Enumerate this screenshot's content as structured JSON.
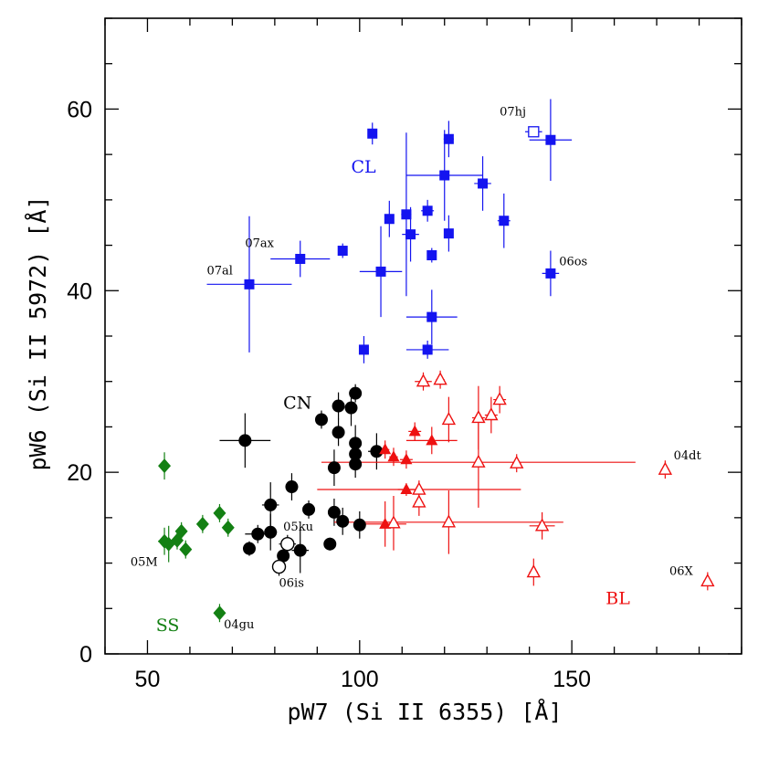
{
  "chart_data": {
    "type": "scatter",
    "title": "",
    "xlabel": "pW7 (Si II 6355) [Å]",
    "ylabel": "pW6 (Si II 5972) [Å]",
    "xlim": [
      40,
      190
    ],
    "ylim": [
      0,
      70
    ],
    "xticks": [
      50,
      100,
      150
    ],
    "yticks": [
      0,
      20,
      40,
      60
    ],
    "grid": false,
    "legend": "none",
    "colors": {
      "CL": "#1414f0",
      "BL": "#ee1111",
      "CN": "#000000",
      "SS": "#138013"
    },
    "group_labels": [
      {
        "text": "CL",
        "x": 98,
        "y": 53,
        "color": "#1414f0"
      },
      {
        "text": "CN",
        "x": 82,
        "y": 27,
        "color": "#000000"
      },
      {
        "text": "SS",
        "x": 52,
        "y": 2.5,
        "color": "#138013"
      },
      {
        "text": "BL",
        "x": 158,
        "y": 5.5,
        "color": "#ee1111"
      }
    ],
    "point_labels": [
      {
        "text": "07hj",
        "x": 133,
        "y": 59.3
      },
      {
        "text": "07ax",
        "x": 73,
        "y": 44.8
      },
      {
        "text": "07al",
        "x": 64,
        "y": 41.8
      },
      {
        "text": "06os",
        "x": 147,
        "y": 42.8
      },
      {
        "text": "04dt",
        "x": 174,
        "y": 21.4
      },
      {
        "text": "06X",
        "x": 173,
        "y": 8.7
      },
      {
        "text": "05ku",
        "x": 82,
        "y": 13.6
      },
      {
        "text": "06is",
        "x": 81,
        "y": 7.4
      },
      {
        "text": "05M",
        "x": 46,
        "y": 9.7
      },
      {
        "text": "04gu",
        "x": 68,
        "y": 2.8
      }
    ],
    "series": [
      {
        "name": "CL",
        "marker": "square",
        "color": "#1414f0",
        "points": [
          {
            "x": 103,
            "y": 57.3,
            "xerr": 1,
            "yerr": 1.2
          },
          {
            "x": 121,
            "y": 56.7,
            "xerr": 1.2,
            "yerr": 2
          },
          {
            "x": 145,
            "y": 56.6,
            "xerr": 5,
            "yerr": 4.5
          },
          {
            "x": 120,
            "y": 52.7,
            "xerr": 9,
            "yerr": 5
          },
          {
            "x": 129,
            "y": 51.8,
            "xerr": 2,
            "yerr": 3
          },
          {
            "x": 116,
            "y": 48.8,
            "xerr": 1.5,
            "yerr": 1.2
          },
          {
            "x": 111,
            "y": 48.4,
            "xerr": 1.2,
            "yerr": 9
          },
          {
            "x": 107,
            "y": 47.9,
            "xerr": 1,
            "yerr": 2
          },
          {
            "x": 134,
            "y": 47.7,
            "xerr": 1.5,
            "yerr": 3
          },
          {
            "x": 112,
            "y": 46.2,
            "xerr": 2,
            "yerr": 3
          },
          {
            "x": 121,
            "y": 46.3,
            "xerr": 1,
            "yerr": 2
          },
          {
            "x": 96,
            "y": 44.4,
            "xerr": 1,
            "yerr": 0.8
          },
          {
            "x": 117,
            "y": 43.9,
            "xerr": 1,
            "yerr": 0.8
          },
          {
            "x": 86,
            "y": 43.5,
            "xerr": 7,
            "yerr": 2
          },
          {
            "x": 105,
            "y": 42.1,
            "xerr": 5,
            "yerr": 5
          },
          {
            "x": 145,
            "y": 41.9,
            "xerr": 2,
            "yerr": 2.5
          },
          {
            "x": 74,
            "y": 40.7,
            "xerr": 10,
            "yerr": 7.5
          },
          {
            "x": 117,
            "y": 37.1,
            "xerr": 6,
            "yerr": 3
          },
          {
            "x": 101,
            "y": 33.5,
            "xerr": 1,
            "yerr": 1.5
          },
          {
            "x": 116,
            "y": 33.5,
            "xerr": 5,
            "yerr": 1
          }
        ]
      },
      {
        "name": "07hj",
        "marker": "square-open",
        "color": "#1414f0",
        "points": [
          {
            "x": 141,
            "y": 57.5,
            "xerr": 2,
            "yerr": 0
          }
        ]
      },
      {
        "name": "CN",
        "marker": "circle",
        "color": "#000000",
        "points": [
          {
            "x": 99,
            "y": 28.7,
            "xerr": 0.8,
            "yerr": 1
          },
          {
            "x": 95,
            "y": 27.3,
            "xerr": 1,
            "yerr": 1.5
          },
          {
            "x": 98,
            "y": 27.1,
            "xerr": 1,
            "yerr": 2
          },
          {
            "x": 91,
            "y": 25.8,
            "xerr": 1,
            "yerr": 1
          },
          {
            "x": 95,
            "y": 24.4,
            "xerr": 1,
            "yerr": 1.5
          },
          {
            "x": 73,
            "y": 23.5,
            "xerr": 6,
            "yerr": 3
          },
          {
            "x": 99,
            "y": 23.2,
            "xerr": 1,
            "yerr": 2
          },
          {
            "x": 104,
            "y": 22.3,
            "xerr": 2,
            "yerr": 2
          },
          {
            "x": 99,
            "y": 22.0,
            "xerr": 1,
            "yerr": 1.5
          },
          {
            "x": 99,
            "y": 20.9,
            "xerr": 1,
            "yerr": 1.5
          },
          {
            "x": 94,
            "y": 20.5,
            "xerr": 1,
            "yerr": 2
          },
          {
            "x": 84,
            "y": 18.4,
            "xerr": 1.5,
            "yerr": 1.5
          },
          {
            "x": 79,
            "y": 16.4,
            "xerr": 2,
            "yerr": 2.5
          },
          {
            "x": 88,
            "y": 15.9,
            "xerr": 1,
            "yerr": 1
          },
          {
            "x": 94,
            "y": 15.6,
            "xerr": 1,
            "yerr": 1.5
          },
          {
            "x": 96,
            "y": 14.6,
            "xerr": 1,
            "yerr": 1.5
          },
          {
            "x": 100,
            "y": 14.2,
            "xerr": 1,
            "yerr": 1.5
          },
          {
            "x": 79,
            "y": 13.4,
            "xerr": 1.5,
            "yerr": 2
          },
          {
            "x": 76,
            "y": 13.2,
            "xerr": 3,
            "yerr": 1
          },
          {
            "x": 93,
            "y": 12.1,
            "xerr": 1,
            "yerr": 0.7
          },
          {
            "x": 74,
            "y": 11.6,
            "xerr": 1,
            "yerr": 0.8
          },
          {
            "x": 86,
            "y": 11.4,
            "xerr": 2,
            "yerr": 2.5
          },
          {
            "x": 82,
            "y": 10.8,
            "xerr": 1,
            "yerr": 1
          }
        ]
      },
      {
        "name": "05ku / 06is",
        "marker": "circle-open",
        "color": "#000000",
        "points": [
          {
            "x": 83,
            "y": 12.1,
            "xerr": 2,
            "yerr": 1
          },
          {
            "x": 81,
            "y": 9.6,
            "xerr": 1,
            "yerr": 1
          }
        ]
      },
      {
        "name": "BL",
        "marker": "triangle",
        "color": "#ee1111",
        "points": [
          {
            "x": 113,
            "y": 24.5,
            "xerr": 1.5,
            "yerr": 1
          },
          {
            "x": 117,
            "y": 23.5,
            "xerr": 6,
            "yerr": 1.5
          },
          {
            "x": 106,
            "y": 22.5,
            "xerr": 1,
            "yerr": 1
          },
          {
            "x": 108,
            "y": 21.7,
            "xerr": 1,
            "yerr": 1
          },
          {
            "x": 111,
            "y": 21.4,
            "xerr": 1.5,
            "yerr": 1
          },
          {
            "x": 111,
            "y": 18.1,
            "xerr": 2,
            "yerr": 0.7
          },
          {
            "x": 106,
            "y": 14.3,
            "xerr": 5,
            "yerr": 2.5
          }
        ]
      },
      {
        "name": "BL (open)",
        "marker": "triangle-open",
        "color": "#ee1111",
        "points": [
          {
            "x": 115,
            "y": 30.0,
            "xerr": 2,
            "yerr": 1
          },
          {
            "x": 119,
            "y": 30.2,
            "xerr": 1,
            "yerr": 1
          },
          {
            "x": 133,
            "y": 28.0,
            "xerr": 1.5,
            "yerr": 1.5
          },
          {
            "x": 128,
            "y": 26.0,
            "xerr": 1.5,
            "yerr": 3.5
          },
          {
            "x": 131,
            "y": 26.3,
            "xerr": 1.5,
            "yerr": 2
          },
          {
            "x": 121,
            "y": 25.8,
            "xerr": 1,
            "yerr": 2.5
          },
          {
            "x": 128,
            "y": 21.1,
            "xerr": 37,
            "yerr": 5
          },
          {
            "x": 137,
            "y": 21.0,
            "xerr": 1,
            "yerr": 1
          },
          {
            "x": 172,
            "y": 20.3,
            "xerr": 1,
            "yerr": 1
          },
          {
            "x": 114,
            "y": 18.1,
            "xerr": 24,
            "yerr": 1
          },
          {
            "x": 114,
            "y": 16.7,
            "xerr": 1,
            "yerr": 1.5
          },
          {
            "x": 108,
            "y": 14.4,
            "xerr": 1,
            "yerr": 3
          },
          {
            "x": 121,
            "y": 14.5,
            "xerr": 27,
            "yerr": 3.5
          },
          {
            "x": 143,
            "y": 14.1,
            "xerr": 3,
            "yerr": 1.5
          },
          {
            "x": 141,
            "y": 9.0,
            "xerr": 1,
            "yerr": 1.5
          },
          {
            "x": 182,
            "y": 8.0,
            "xerr": 1,
            "yerr": 1
          }
        ]
      },
      {
        "name": "SS",
        "marker": "diamond",
        "color": "#138013",
        "points": [
          {
            "x": 54,
            "y": 20.7,
            "xerr": 0.5,
            "yerr": 1.5
          },
          {
            "x": 54,
            "y": 12.4,
            "xerr": 1.5,
            "yerr": 1.5
          },
          {
            "x": 55,
            "y": 12.1,
            "xerr": 1.5,
            "yerr": 2
          },
          {
            "x": 57,
            "y": 12.5,
            "xerr": 1,
            "yerr": 1
          },
          {
            "x": 58,
            "y": 13.5,
            "xerr": 1,
            "yerr": 1
          },
          {
            "x": 59,
            "y": 11.5,
            "xerr": 1,
            "yerr": 1
          },
          {
            "x": 63,
            "y": 14.3,
            "xerr": 1,
            "yerr": 1
          },
          {
            "x": 67,
            "y": 15.5,
            "xerr": 1,
            "yerr": 1
          },
          {
            "x": 69,
            "y": 13.9,
            "xerr": 1,
            "yerr": 1
          },
          {
            "x": 67,
            "y": 4.5,
            "xerr": 1,
            "yerr": 1
          }
        ]
      }
    ]
  }
}
